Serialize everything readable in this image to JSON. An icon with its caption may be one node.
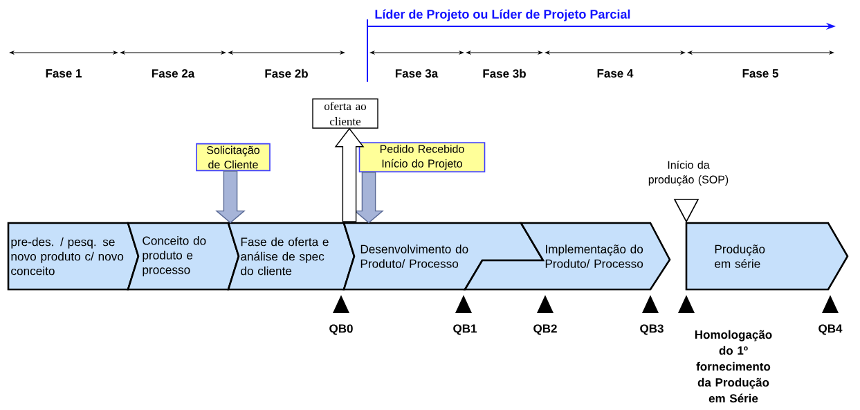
{
  "diagram": {
    "nodes": [
      {
        "text": [
          "pre-des. / pesq. se novo produto c/ novo conceito"
        ]
      },
      {
        "text": [
          "Conceito do produto e processo"
        ]
      },
      {
        "text": [
          "Fase de oferta e análise de spec do cliente"
        ]
      },
      {
        "text": [
          "Desenvolvimento do Produto/ Processo"
        ]
      },
      {
        "text": [
          "Implementação do Produto/ Processo"
        ]
      },
      {
        "text": [
          "Produção em série"
        ]
      },
      {
        "text": [
          "Solicitação de Cliente"
        ]
      },
      {
        "text": [
          "Pedido Recebido Início do Projeto"
        ]
      },
      {
        "text": [
          "oferta ao cliente"
        ]
      }
    ],
    "edges": [
      {
        "from": 6,
        "to": 2,
        "arrow": "to"
      },
      {
        "from": 7,
        "to": 3,
        "arrow": "to"
      },
      {
        "from": null,
        "to": 8,
        "arrow": "to",
        "color": "#ffffff"
      }
    ],
    "labels": [
      "Líder de Projeto ou Líder de Projeto Parcial",
      "Fase 1",
      "Fase 2a",
      "Fase 2b",
      "Fase 3a",
      "Fase 3b",
      "Fase 4",
      "Fase 5",
      "Início da produção (SOP)",
      "QB0",
      "QB1",
      "QB2",
      "QB3",
      "Homologação do 1º fornecimento da Produção em Série",
      "QB4"
    ]
  }
}
